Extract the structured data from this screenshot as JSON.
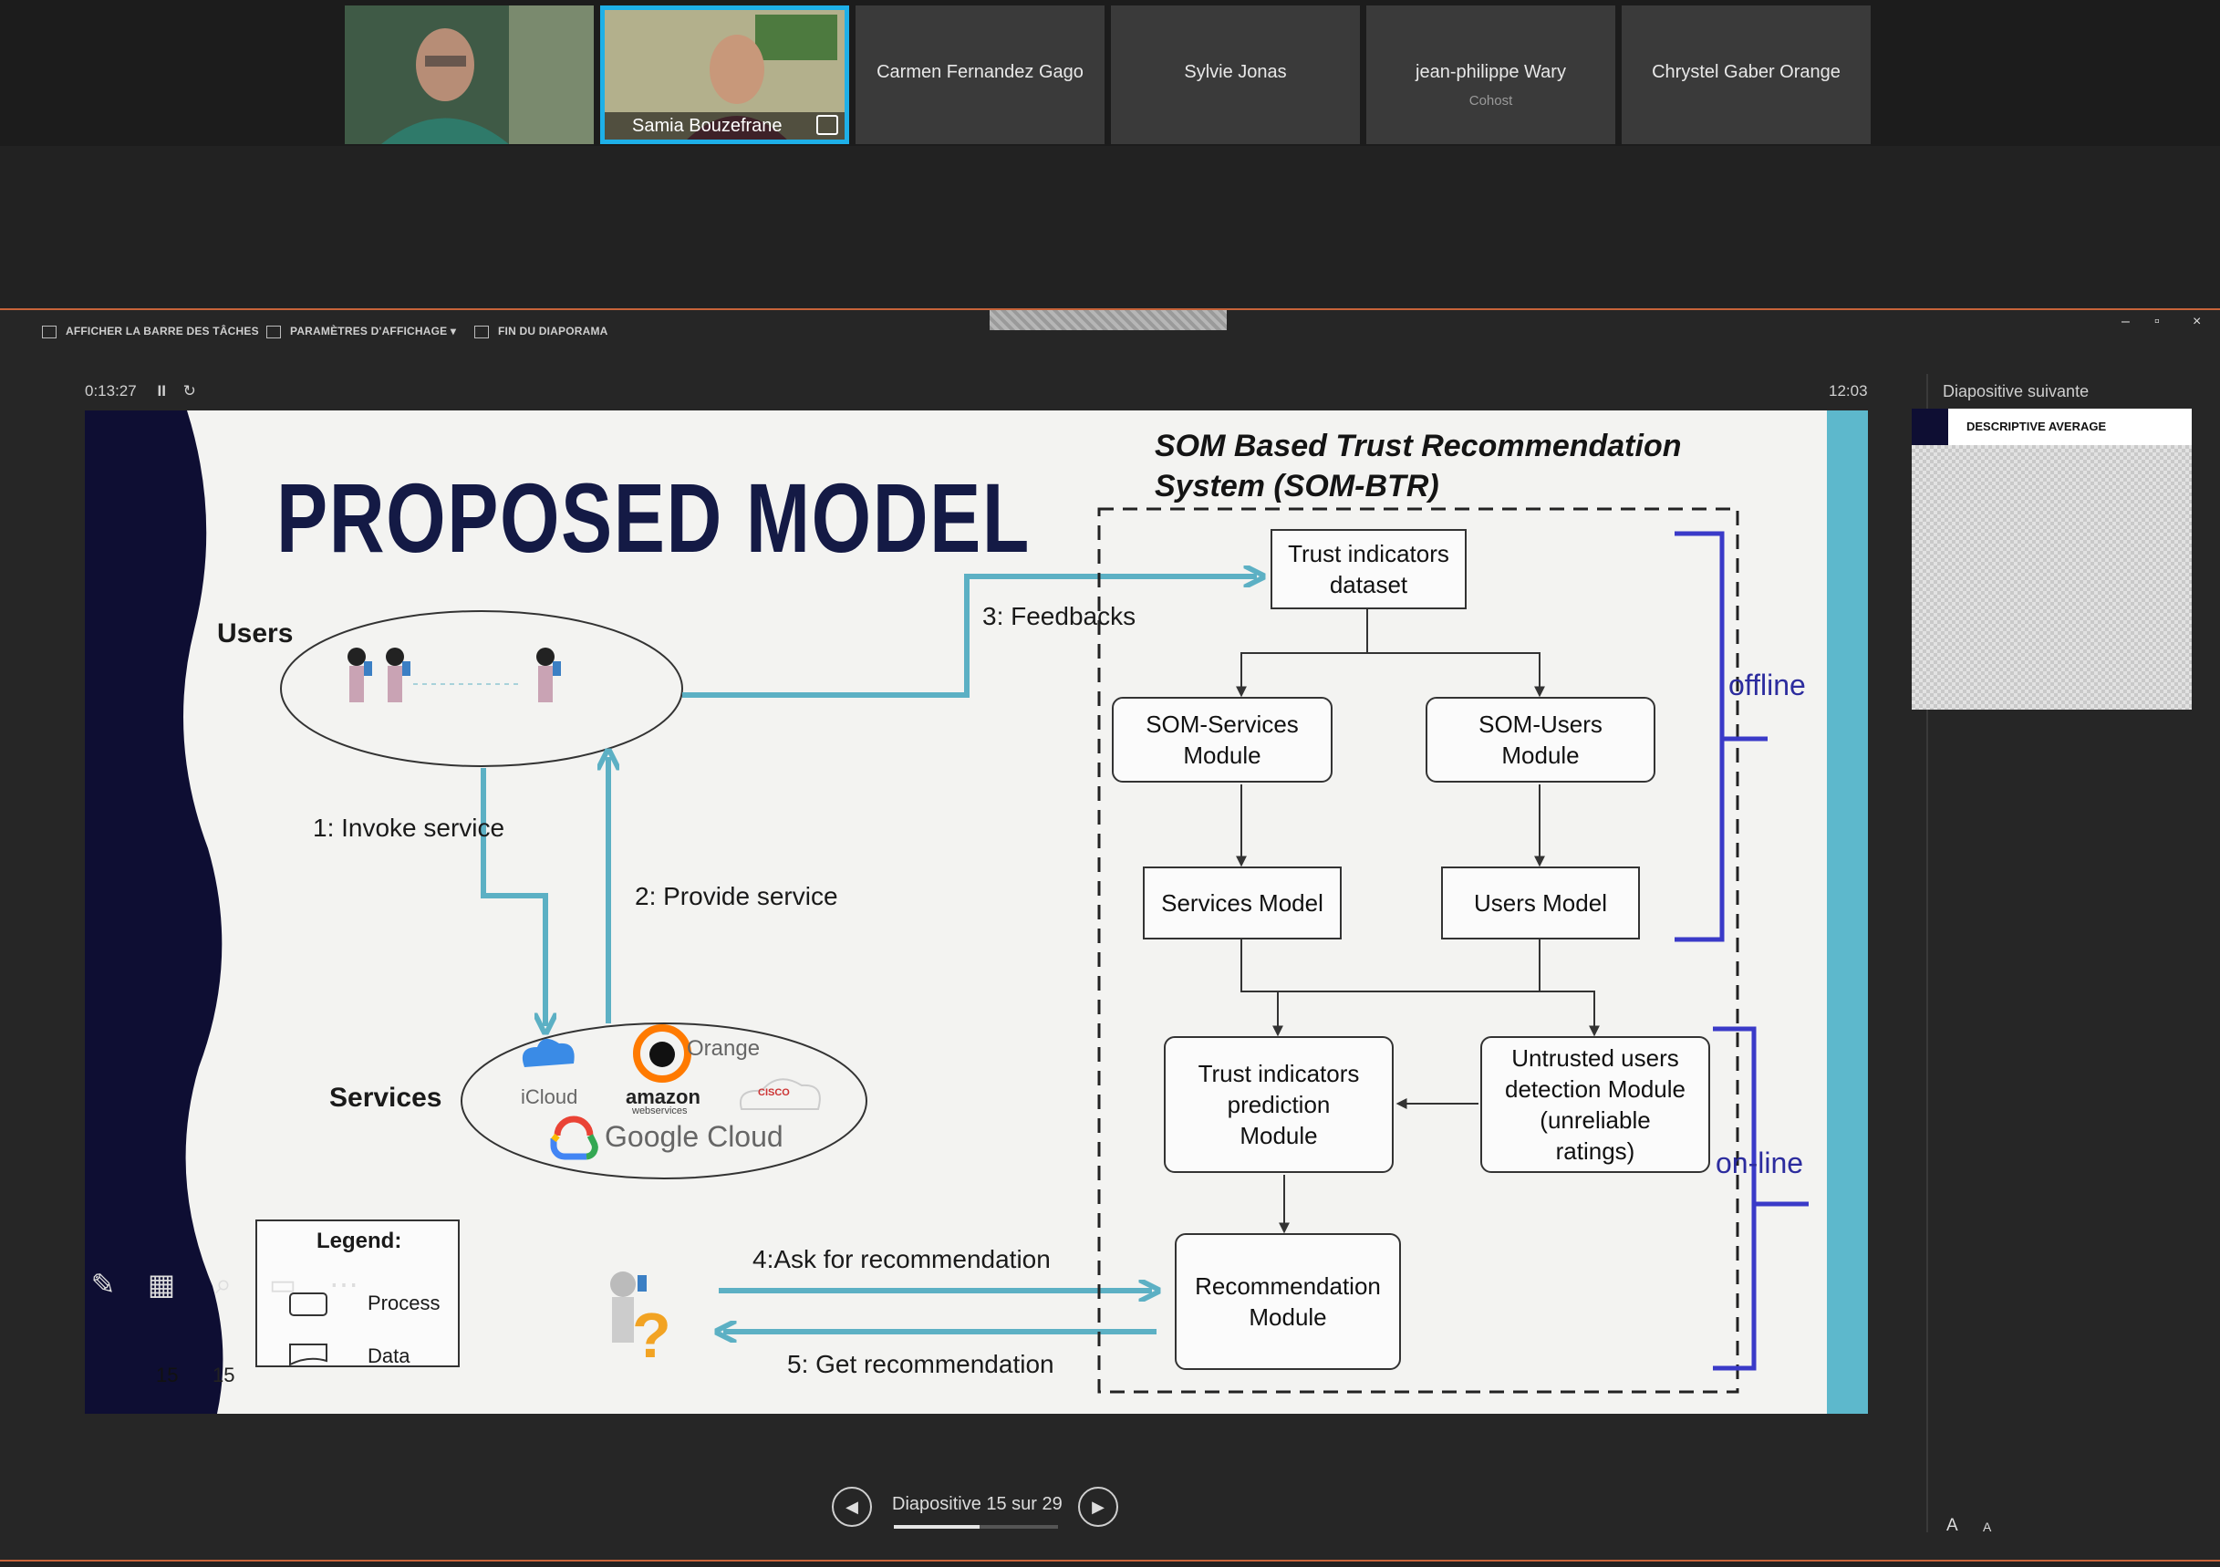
{
  "participants": [
    {
      "name": "",
      "sub": "",
      "video": true
    },
    {
      "name": "Samia Bouzefrane",
      "sub": "",
      "video": true,
      "active": true
    },
    {
      "name": "Carmen Fernandez Gago",
      "sub": ""
    },
    {
      "name": "Sylvie Jonas",
      "sub": ""
    },
    {
      "name": "jean-philippe Wary",
      "sub": "Cohost"
    },
    {
      "name": "Chrystel Gaber Orange",
      "sub": ""
    }
  ],
  "presenter": {
    "toolbar": {
      "taskbar": "AFFICHER LA BARRE DES TÂCHES",
      "display": "PARAMÈTRES D'AFFICHAGE ▾",
      "end": "FIN DU DIAPORAMA"
    },
    "window_buttons": {
      "minimize": "–",
      "restore": "▫",
      "close": "×"
    },
    "elapsed": "0:13:27",
    "pause_icon": "II",
    "reset_icon": "↻",
    "clock": "12:03",
    "next_slide_label": "Diapositive suivante",
    "next_slide_title": "DESCRIPTIVE AVERAGE",
    "nav": {
      "prev": "◀",
      "next": "▶",
      "slide_text": "Diapositive 15 sur 29",
      "progress": 0.52
    },
    "font_buttons": {
      "increase": "A",
      "decrease": "A"
    }
  },
  "slide": {
    "title": "PROPOSED MODEL",
    "som_title_1": "SOM Based Trust Recommendation",
    "som_title_2": "System (SOM-BTR)",
    "users_label": "Users",
    "services_label": "Services",
    "arrows": {
      "invoke": "1: Invoke service",
      "provide": "2: Provide service",
      "feedbacks": "3: Feedbacks",
      "ask": "4:Ask for recommendation",
      "get": "5: Get recommendation"
    },
    "boxes": {
      "trust_dataset": "Trust indicators\ndataset",
      "som_services": "SOM-Services\nModule",
      "som_users": "SOM-Users\nModule",
      "services_model": "Services Model",
      "users_model": "Users Model",
      "trust_prediction": "Trust indicators\nprediction\nModule",
      "untrusted": "Untrusted users\ndetection Module\n(unreliable\nratings)",
      "recommendation": "Recommendation\nModule"
    },
    "offline": "offline",
    "online": "on-line",
    "logos": {
      "icloud": "iCloud",
      "orange": "Orange",
      "amazon": "amazon",
      "amazon_sub": "webservices",
      "cisco": "CISCO",
      "google": "Google Cloud"
    },
    "legend": {
      "title": "Legend:",
      "process": "Process",
      "data": "Data"
    },
    "page_numbers": [
      "15",
      "15"
    ]
  },
  "colors": {
    "arrow": "#5cb0c4",
    "title": "#141a45",
    "bracket": "#3a3ac8",
    "accent_bar": "#5db8cc",
    "left_band": "#0e0e33"
  }
}
